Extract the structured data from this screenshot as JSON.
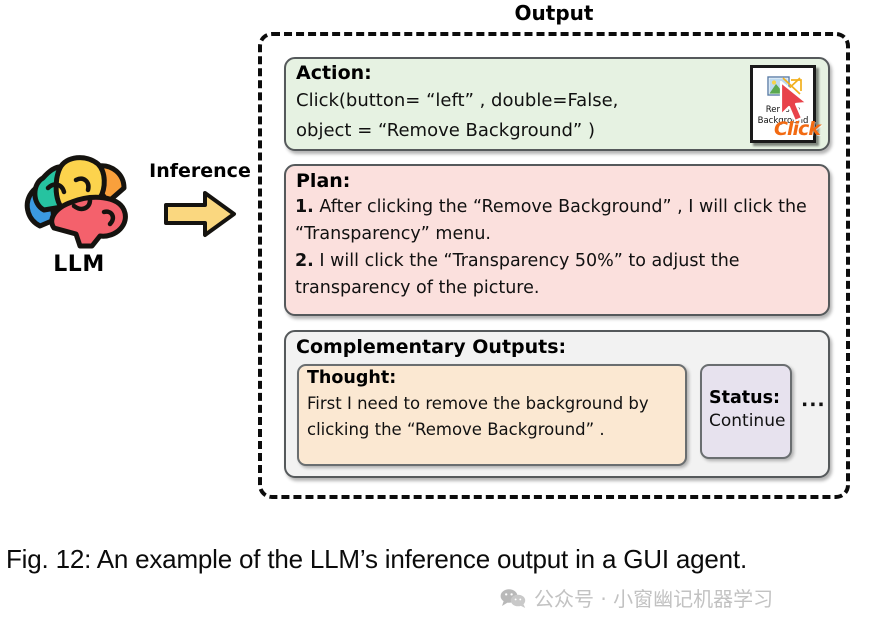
{
  "figure": {
    "output_title": "Output",
    "caption": "Fig. 12: An example of the LLM’s inference output in a GUI agent."
  },
  "llm": {
    "label": "LLM",
    "icon": "brain-icon"
  },
  "inference": {
    "label": "Inference",
    "icon": "right-arrow-icon"
  },
  "action": {
    "title": "Action:",
    "line1": "Click(button= “left” , double=False,",
    "line2": "object =  “Remove Background” )",
    "thumbnail": {
      "caption_line1": "Remove",
      "caption_line2": "Background",
      "cursor_icon": "mouse-pointer-icon",
      "click_label": "Click"
    },
    "bg_color": "#e6f2e2"
  },
  "plan": {
    "title": "Plan:",
    "steps": [
      {
        "number": "1.",
        "text": " After clicking the  “Remove Background” , I will click the  “Transparency”  menu."
      },
      {
        "number": "2.",
        "text": " I will click the  “Transparency 50%”  to adjust the transparency of the picture."
      }
    ],
    "bg_color": "#fbe0dd"
  },
  "complementary": {
    "title": "Complementary Outputs:",
    "bg_color": "#f2f2f2",
    "thought": {
      "title": "Thought:",
      "text": "First I need to remove the background by clicking the  “Remove Background” .",
      "bg_color": "#fbe8d2"
    },
    "status": {
      "title": "Status:",
      "value": "Continue",
      "bg_color": "#e7e2ee"
    },
    "ellipsis": "∙∙∙"
  },
  "watermark": {
    "icon": "wechat-icon",
    "text": "公众号 · 小窗幽记机器学习"
  },
  "colors": {
    "brain_blue": "#3b9ae1",
    "brain_teal": "#26c3a0",
    "brain_yellow": "#fcd34d",
    "brain_orange": "#f9a03c",
    "brain_red": "#f4616c",
    "arrow_yellow": "#fad77f",
    "click_orange": "#f26a12",
    "cursor_red": "#e8424a",
    "border_gray": "#55595b"
  }
}
